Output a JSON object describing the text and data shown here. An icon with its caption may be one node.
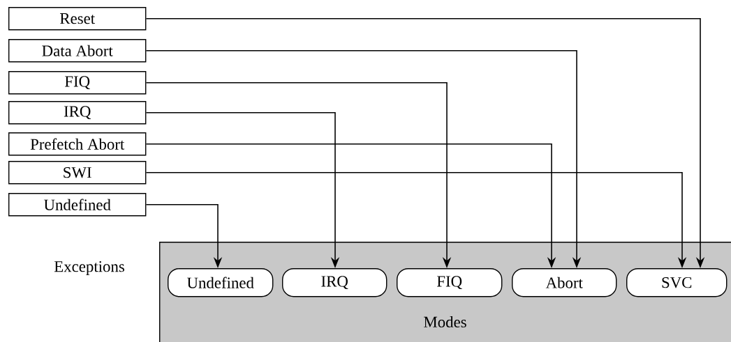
{
  "diagram": {
    "nodes": [
      {
        "text": [
          "Reset"
        ]
      },
      {
        "text": [
          "Data Abort"
        ]
      },
      {
        "text": [
          "FIQ"
        ]
      },
      {
        "text": [
          "IRQ"
        ]
      },
      {
        "text": [
          "Prefetch Abort"
        ]
      },
      {
        "text": [
          "SWI"
        ]
      },
      {
        "text": [
          "Undefined"
        ]
      },
      {
        "text": [
          "Modes"
        ]
      },
      {
        "text": [
          "Undefined"
        ],
        "in": 7
      },
      {
        "text": [
          "IRQ"
        ],
        "in": 7
      },
      {
        "text": [
          "FIQ"
        ],
        "in": 7
      },
      {
        "text": [
          "Abort"
        ],
        "in": 7
      },
      {
        "text": [
          "SVC"
        ],
        "in": 7
      }
    ],
    "edges": [
      {
        "from": 0,
        "to": 12,
        "arrow": "to"
      },
      {
        "from": 1,
        "to": 11,
        "arrow": "to"
      },
      {
        "from": 2,
        "to": 10,
        "arrow": "to"
      },
      {
        "from": 3,
        "to": 9,
        "arrow": "to"
      },
      {
        "from": 4,
        "to": 11,
        "arrow": "to"
      },
      {
        "from": 5,
        "to": 12,
        "arrow": "to"
      },
      {
        "from": 6,
        "to": 8,
        "arrow": "to"
      }
    ],
    "labels": [
      "Exceptions"
    ]
  }
}
